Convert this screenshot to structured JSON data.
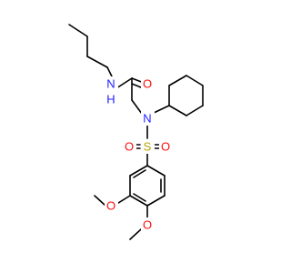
{
  "molecule": {
    "atoms": {
      "n_amide": {
        "symbol": "N",
        "hydrogen": "H",
        "color": "#2020ff"
      },
      "o_amide": {
        "symbol": "O",
        "color": "#ff0d0d"
      },
      "n_sulfonamide": {
        "symbol": "N",
        "color": "#2020ff"
      },
      "s_sulfonyl": {
        "symbol": "S",
        "color": "#b8a000"
      },
      "o_sulfonyl_left": {
        "symbol": "O",
        "color": "#ff0d0d"
      },
      "o_sulfonyl_right": {
        "symbol": "O",
        "color": "#ff0d0d"
      },
      "o_methoxy_3": {
        "symbol": "O",
        "color": "#ff0d0d"
      },
      "o_methoxy_4": {
        "symbol": "O",
        "color": "#ff0d0d"
      }
    },
    "bond_color": "#000000"
  }
}
